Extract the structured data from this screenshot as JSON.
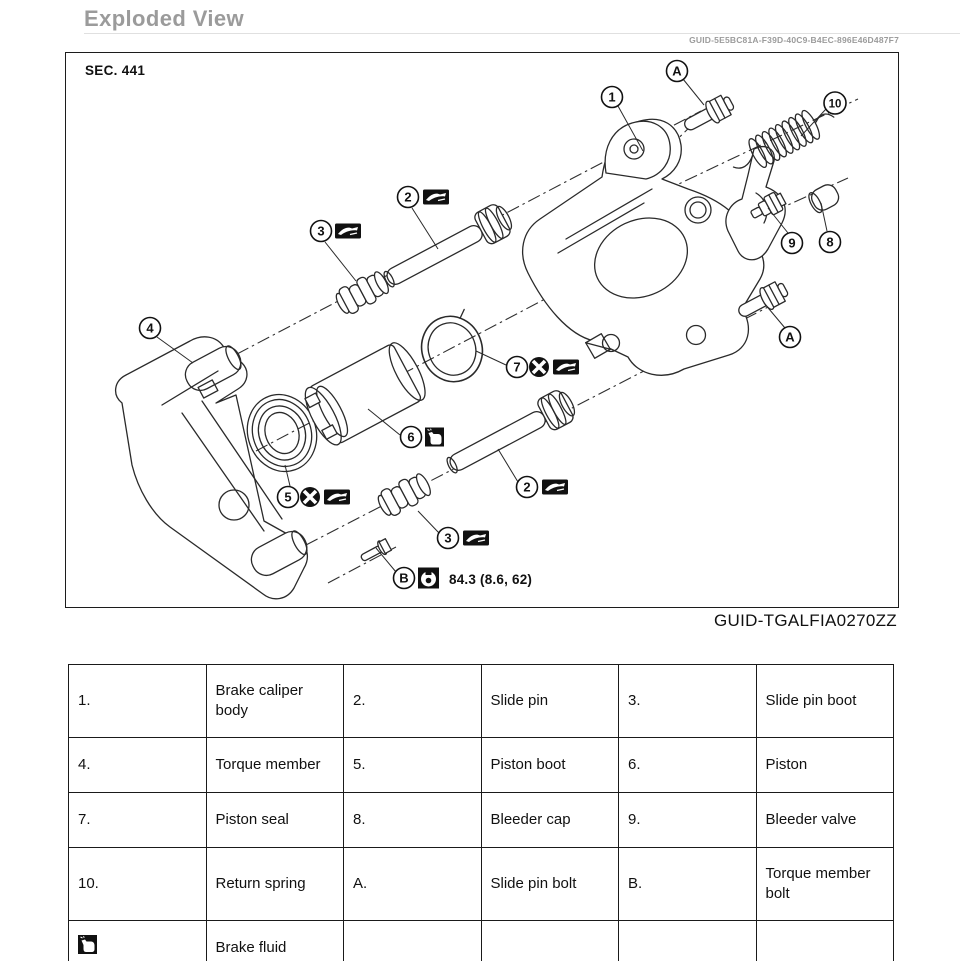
{
  "page": {
    "title": "Exploded View",
    "guid_top": "GUID-5E5BC81A-F39D-40C9-B4EC-896E46D487F7",
    "figure_caption": "GUID-TGALFIA0270ZZ"
  },
  "diagram": {
    "section_label": "SEC. 441",
    "torque_spec": "84.3 (8.6, 62)",
    "callouts": [
      {
        "label": "1",
        "part": "Brake caliper body",
        "symbols": []
      },
      {
        "label": "A",
        "part": "Slide pin bolt (upper)",
        "symbols": []
      },
      {
        "label": "10",
        "part": "Return spring",
        "symbols": []
      },
      {
        "label": "2",
        "part": "Slide pin (upper)",
        "symbols": [
          "grease"
        ]
      },
      {
        "label": "3",
        "part": "Slide pin boot (upper)",
        "symbols": [
          "grease"
        ]
      },
      {
        "label": "9",
        "part": "Bleeder valve",
        "symbols": []
      },
      {
        "label": "8",
        "part": "Bleeder cap",
        "symbols": []
      },
      {
        "label": "A",
        "part": "Slide pin bolt (lower)",
        "symbols": []
      },
      {
        "label": "4",
        "part": "Torque member",
        "symbols": []
      },
      {
        "label": "7",
        "part": "Piston seal",
        "symbols": [
          "do-not-reuse",
          "grease"
        ]
      },
      {
        "label": "6",
        "part": "Piston",
        "symbols": [
          "brake-fluid"
        ]
      },
      {
        "label": "5",
        "part": "Piston boot",
        "symbols": [
          "do-not-reuse",
          "grease"
        ]
      },
      {
        "label": "2",
        "part": "Slide pin (lower)",
        "symbols": [
          "grease"
        ]
      },
      {
        "label": "3",
        "part": "Slide pin boot (lower)",
        "symbols": [
          "grease"
        ]
      },
      {
        "label": "B",
        "part": "Torque member bolt",
        "symbols": [
          "torque"
        ]
      }
    ]
  },
  "table": {
    "rows": [
      {
        "cells": [
          "1.",
          "Brake caliper body",
          "2.",
          "Slide pin",
          "3.",
          "Slide pin boot"
        ]
      },
      {
        "cells": [
          "4.",
          "Torque member",
          "5.",
          "Piston boot",
          "6.",
          "Piston"
        ]
      },
      {
        "cells": [
          "7.",
          "Piston seal",
          "8.",
          "Bleeder cap",
          "9.",
          "Bleeder valve"
        ]
      },
      {
        "cells": [
          "10.",
          "Return spring",
          "A.",
          "Slide pin bolt",
          "B.",
          "Torque member bolt"
        ]
      },
      {
        "cells": [
          "",
          "Brake fluid",
          "",
          "",
          "",
          ""
        ],
        "icon": "brake-fluid-icon"
      }
    ]
  }
}
